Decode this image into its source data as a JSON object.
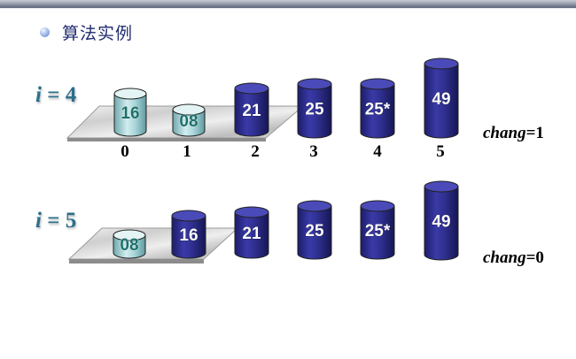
{
  "heading": "算法实例",
  "rows": [
    {
      "label_var": "i",
      "label_rest": " = 4",
      "chang_var": "chang",
      "chang_rest": "=1",
      "values": [
        "16",
        "08",
        "21",
        "25",
        "25*",
        "49"
      ],
      "styles": [
        "light",
        "light",
        "dark",
        "dark",
        "dark",
        "dark"
      ]
    },
    {
      "label_var": "i",
      "label_rest": " = 5",
      "chang_var": "chang",
      "chang_rest": "=0",
      "values": [
        "08",
        "16",
        "21",
        "25",
        "25*",
        "49"
      ],
      "styles": [
        "light",
        "dark",
        "dark",
        "dark",
        "dark",
        "dark"
      ]
    }
  ],
  "indices": [
    "0",
    "1",
    "2",
    "3",
    "4",
    "5"
  ],
  "colors": {
    "dark_body": "#2f2f8f",
    "dark_top": "#4a4ab8",
    "light_body": "#a9d6da",
    "light_top": "#e4f4f5",
    "light_text": "#1d6f6a",
    "dark_text": "#ffffff"
  }
}
